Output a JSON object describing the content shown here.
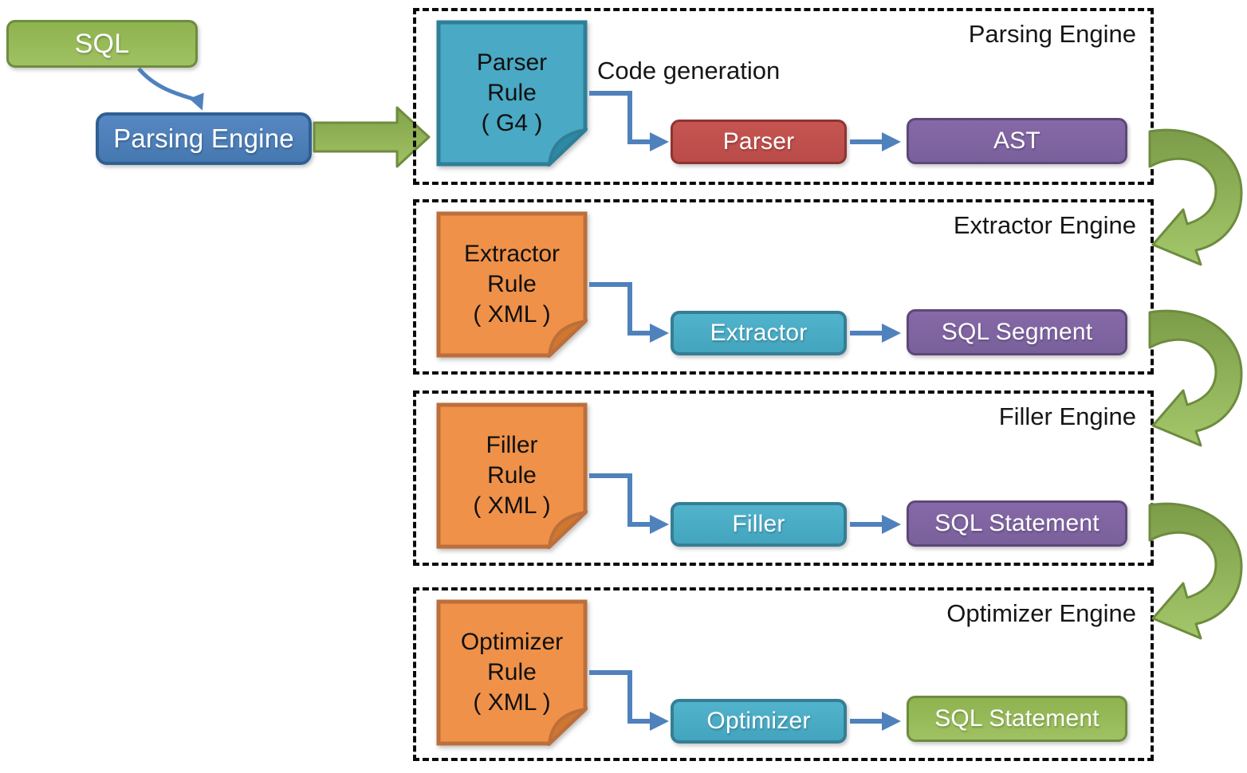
{
  "diagram": {
    "input": {
      "label": "SQL"
    },
    "dispatcher": {
      "label": "Parsing Engine"
    },
    "engines": [
      {
        "title": "Parsing Engine",
        "rule_note": {
          "line1": "Parser",
          "line2": "Rule",
          "line3": "( G4 )"
        },
        "annotation": "Code generation",
        "processor": {
          "label": "Parser"
        },
        "output": {
          "label": "AST"
        }
      },
      {
        "title": "Extractor Engine",
        "rule_note": {
          "line1": "Extractor",
          "line2": "Rule",
          "line3": "( XML )"
        },
        "processor": {
          "label": "Extractor"
        },
        "output": {
          "label": "SQL Segment"
        }
      },
      {
        "title": "Filler Engine",
        "rule_note": {
          "line1": "Filler",
          "line2": "Rule",
          "line3": "( XML )"
        },
        "processor": {
          "label": "Filler"
        },
        "output": {
          "label": "SQL Statement"
        }
      },
      {
        "title": "Optimizer Engine",
        "rule_note": {
          "line1": "Optimizer",
          "line2": "Rule",
          "line3": "( XML )"
        },
        "processor": {
          "label": "Optimizer"
        },
        "output": {
          "label": "SQL Statement"
        }
      }
    ],
    "colors": {
      "green_fill": "#9BBB59",
      "green_border": "#6E8C3F",
      "blue_fill": "#4F81BD",
      "blue_border": "#2F5F93",
      "red_fill": "#C0504D",
      "red_border": "#8E3432",
      "purple_fill": "#8064A2",
      "purple_border": "#5E4878",
      "teal_fill": "#4BACC6",
      "teal_border": "#31859C",
      "orange_fill": "#EF9149",
      "orange_border": "#BC6F3B",
      "connector_blue": "#4F81BD",
      "flow_arrow_green": "#9BBB59",
      "panel_dash": "#0B0B0B"
    }
  }
}
